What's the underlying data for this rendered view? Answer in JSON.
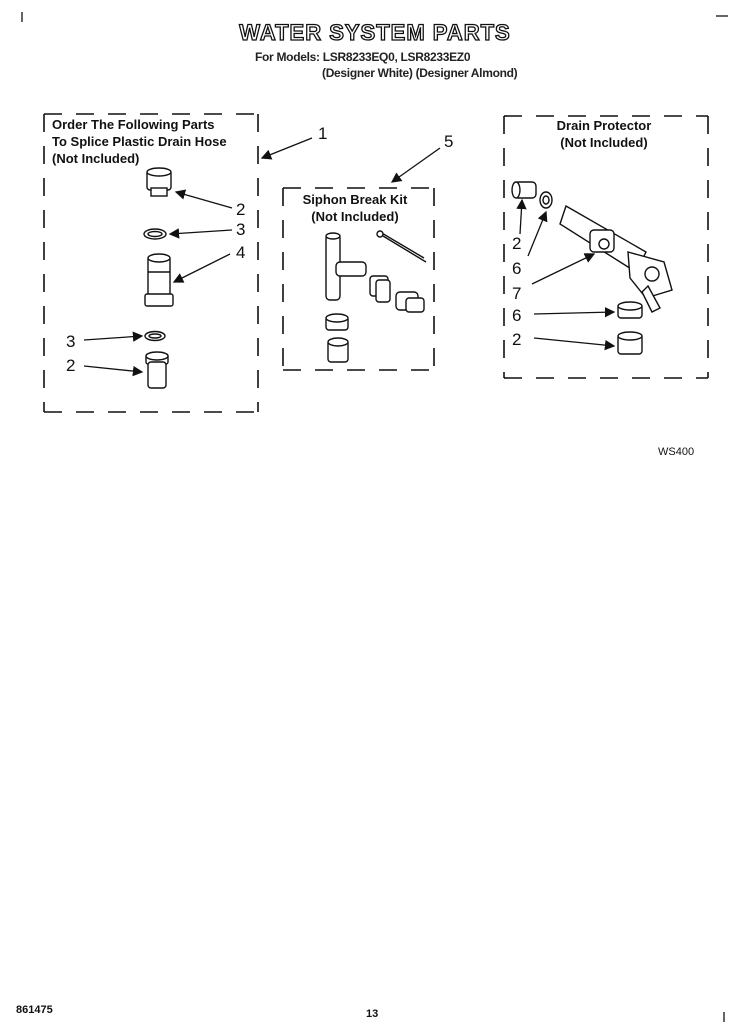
{
  "title": "WATER SYSTEM PARTS",
  "models_line": "For Models: LSR8233EQ0, LSR8233EZ0",
  "designer_line": "(Designer White) (Designer Almond)",
  "left_box": {
    "line1": "Order The Following Parts",
    "line2": "To Splice Plastic Drain Hose",
    "line3": "(Not Included)"
  },
  "siphon_box": {
    "line1": "Siphon Break Kit",
    "line2": "(Not Included)"
  },
  "drain_box": {
    "line1": "Drain Protector",
    "line2": "(Not Included)"
  },
  "callouts": {
    "left_1": "1",
    "left_2a": "2",
    "left_3a": "3",
    "left_4": "4",
    "left_3b": "3",
    "left_2b": "2",
    "siphon_5": "5",
    "right_2a": "2",
    "right_6a": "6",
    "right_7": "7",
    "right_6b": "6",
    "right_2b": "2"
  },
  "diagram_code": "WS400",
  "doc_number": "861475",
  "page_number": "13"
}
